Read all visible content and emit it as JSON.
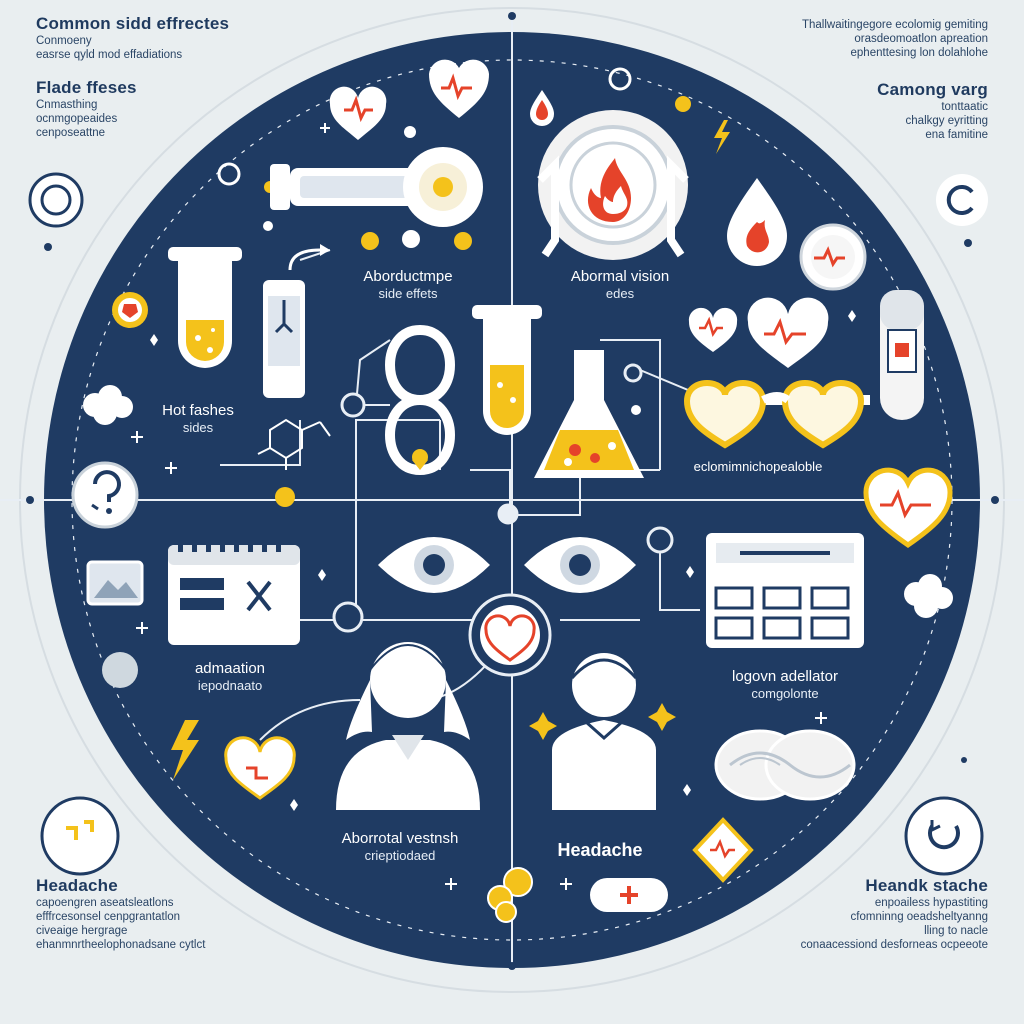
{
  "corners": {
    "top_left": {
      "title": "Common sidd effrectes",
      "lines": [
        "Conmoeny",
        "easrse qyld mod effadiations"
      ]
    },
    "top_left_2": {
      "title": "Flade ffeses",
      "lines": [
        "Cnmasthing",
        "ocnmgopeaides",
        "cenposeattne"
      ]
    },
    "top_right": {
      "title": "",
      "lines": [
        "Thallwaitingegore ecolomig gemiting",
        "orasdeomoatlon apreation",
        "ephenttesing lon dolahlohe"
      ]
    },
    "top_right_2": {
      "title": "Camong varg",
      "lines": [
        "tonttaatic",
        "chalkgy eyritting",
        "ena famitine"
      ]
    },
    "bottom_left": {
      "title": "Headache",
      "lines": [
        "capoengren aseatsleatlons",
        "efffrcesonsel cenpgrantatlon",
        "civeaige hergrage",
        "ehanmnrtheelophonadsane cytlct"
      ]
    },
    "bottom_right": {
      "title": "Heandk stache",
      "lines": [
        "enpoailess hypastiting",
        "cfomninng oeadsheltyanng",
        "lling to nacle",
        "conaacessiond desforneas ocpeeote"
      ]
    }
  },
  "labels": {
    "abortive": {
      "title": "Aborductmpe",
      "sub": "side effets"
    },
    "vision": {
      "title": "Abormal vision",
      "sub": "edes"
    },
    "hot": {
      "title": "Hot fashes",
      "sub": "sides"
    },
    "eco": {
      "title": "eclomimnichopealoble"
    },
    "admin": {
      "title": "admaation",
      "sub": "iepodnaato"
    },
    "logov": {
      "title": "logovn adellator",
      "sub": "comgolonte"
    },
    "aborrotal": {
      "title": "Aborrotal vestnsh",
      "sub": "crieptiodaed"
    },
    "headache": {
      "title": "Headache"
    }
  },
  "icons": [
    "heart-pulse-icon",
    "test-tube-icon",
    "flask-icon",
    "flame-icon",
    "drop-icon",
    "eye-icon",
    "glasses-icon",
    "calendar-icon",
    "clipboard-icon",
    "person-icon",
    "lightning-icon",
    "brain-icon",
    "thermometer-icon",
    "infinity-icon",
    "molecule-icon",
    "pill-icon",
    "coins-icon"
  ],
  "colors": {
    "background": "#e9eef0",
    "circle": "#1f3b63",
    "accent_yellow": "#f4c21b",
    "accent_red": "#e5432a",
    "line": "#e8eef5"
  }
}
